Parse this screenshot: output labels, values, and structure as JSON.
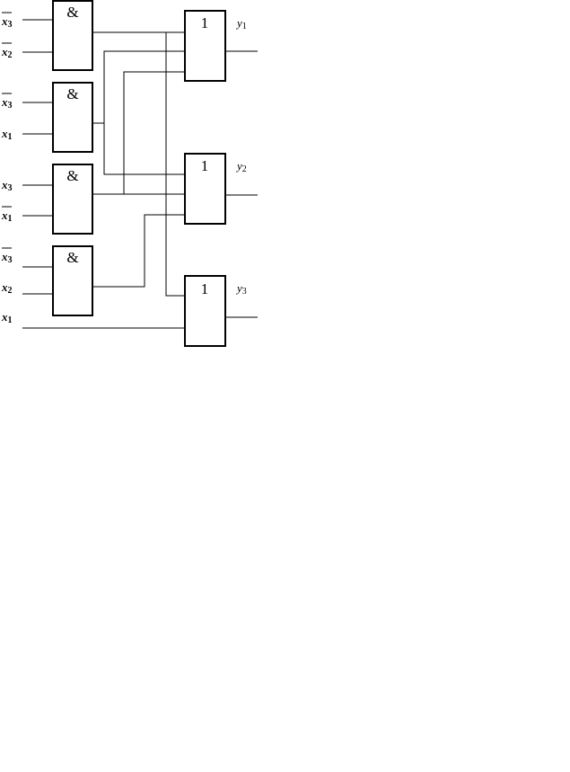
{
  "and_gates": [
    {
      "symbol": "&",
      "inputs": [
        {
          "var": "x",
          "sub": "3",
          "inverted": true
        },
        {
          "var": "x",
          "sub": "2",
          "inverted": true
        }
      ]
    },
    {
      "symbol": "&",
      "inputs": [
        {
          "var": "x",
          "sub": "3",
          "inverted": true
        },
        {
          "var": "x",
          "sub": "1",
          "inverted": false
        }
      ]
    },
    {
      "symbol": "&",
      "inputs": [
        {
          "var": "x",
          "sub": "3",
          "inverted": false
        },
        {
          "var": "x",
          "sub": "1",
          "inverted": true
        }
      ]
    },
    {
      "symbol": "&",
      "inputs": [
        {
          "var": "x",
          "sub": "3",
          "inverted": true
        },
        {
          "var": "x",
          "sub": "2",
          "inverted": false
        }
      ]
    }
  ],
  "direct_input": {
    "var": "x",
    "sub": "1",
    "inverted": false
  },
  "or_gates": [
    {
      "symbol": "1",
      "output": {
        "var": "y",
        "sub": "1"
      }
    },
    {
      "symbol": "1",
      "output": {
        "var": "y",
        "sub": "2"
      }
    },
    {
      "symbol": "1",
      "output": {
        "var": "y",
        "sub": "3"
      }
    }
  ],
  "colors": {
    "line": "#000000",
    "background": "#ffffff"
  }
}
